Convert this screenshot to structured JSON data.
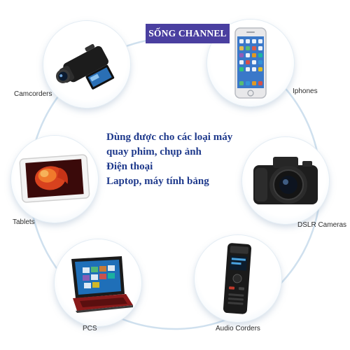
{
  "banner": {
    "text": "SỐNG CHANNEL"
  },
  "center_text": {
    "line1": "Dùng được cho các loại máy",
    "line2": "quay phim, chụp ảnh",
    "line3": "Điện thoại",
    "line4": "Laptop, máy tính bảng"
  },
  "devices": {
    "camcorders": {
      "label": "Camcorders",
      "icon": "camcorder-icon"
    },
    "iphones": {
      "label": "Iphones",
      "icon": "iphone-icon"
    },
    "tablets": {
      "label": "Tablets",
      "icon": "tablet-icon"
    },
    "dslr": {
      "label": "DSLR Cameras",
      "icon": "dslr-camera-icon"
    },
    "pcs": {
      "label": "PCS",
      "icon": "laptop-icon"
    },
    "audio": {
      "label": "Audio Corders",
      "icon": "audio-recorder-icon"
    }
  },
  "colors": {
    "ring": "#cfe0ee",
    "banner_bg": "#4a3fa0",
    "center_text": "#1f3a8c"
  }
}
